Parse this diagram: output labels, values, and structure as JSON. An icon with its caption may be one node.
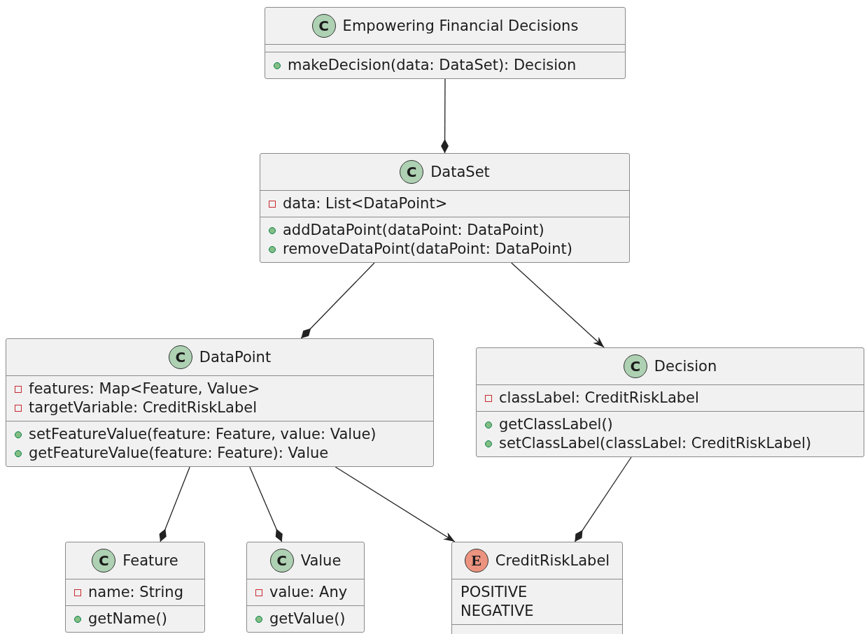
{
  "diagram": {
    "nodes": [
      {
        "text": [
          "C",
          "Empowering Financial Decisions",
          "makeDecision(data: DataSet): Decision"
        ]
      },
      {
        "text": [
          "C",
          "DataSet",
          "data: List<DataPoint>",
          "addDataPoint(dataPoint: DataPoint)",
          "removeDataPoint(dataPoint: DataPoint)"
        ]
      },
      {
        "text": [
          "C",
          "DataPoint",
          "features: Map<Feature, Value>",
          "targetVariable: CreditRiskLabel",
          "setFeatureValue(feature: Feature, value: Value)",
          "getFeatureValue(feature: Feature): Value"
        ]
      },
      {
        "text": [
          "C",
          "Decision",
          "classLabel: CreditRiskLabel",
          "getClassLabel()",
          "setClassLabel(classLabel: CreditRiskLabel)"
        ]
      },
      {
        "text": [
          "C",
          "Feature",
          "name: String",
          "getName()"
        ]
      },
      {
        "text": [
          "C",
          "Value",
          "value: Any",
          "getValue()"
        ]
      },
      {
        "text": [
          "E",
          "CreditRiskLabel",
          "POSITIVE",
          "NEGATIVE"
        ]
      }
    ],
    "edges": [
      {
        "from": 0,
        "to": 1,
        "arrow": "other"
      },
      {
        "from": 1,
        "to": 2,
        "arrow": "other"
      },
      {
        "from": 1,
        "to": 3,
        "arrow": "to"
      },
      {
        "from": 2,
        "to": 4,
        "arrow": "other"
      },
      {
        "from": 2,
        "to": 5,
        "arrow": "other"
      },
      {
        "from": 2,
        "to": 6,
        "arrow": "to"
      },
      {
        "from": 3,
        "to": 6,
        "arrow": "other"
      }
    ]
  }
}
